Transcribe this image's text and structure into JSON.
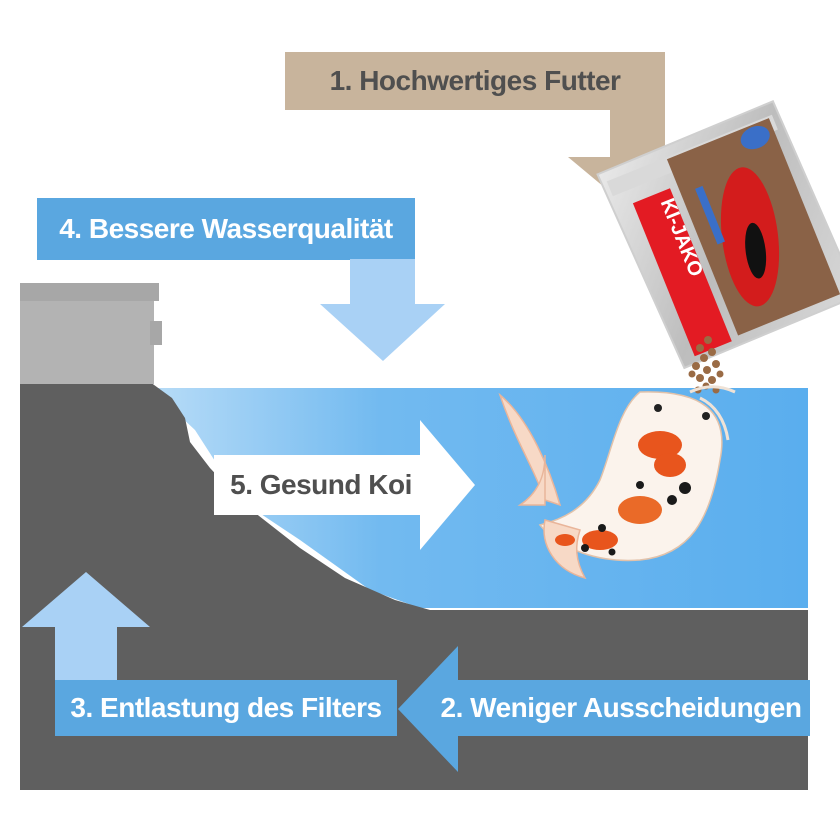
{
  "steps": {
    "step1": "1. Hochwertiges Futter",
    "step2": "2. Weniger Ausscheidungen",
    "step3": "3. Entlastung des Filters",
    "step4": "4. Bessere Wasserqualität",
    "step5": "5. Gesund Koi"
  },
  "package": {
    "brand": "KI-JAKO"
  },
  "colors": {
    "tan": "#c8b49c",
    "blue_dark": "#5aa7e0",
    "blue_light": "#a9d1f5",
    "water": "#5fb2ee",
    "ground": "#5f5f5f",
    "filter_grey": "#b3b3b3"
  },
  "icons": [
    "arrow-down-icon",
    "arrow-right-icon",
    "arrow-up-icon",
    "arrow-left-icon",
    "koi-fish-icon",
    "food-package-icon",
    "pond-filter-icon"
  ]
}
